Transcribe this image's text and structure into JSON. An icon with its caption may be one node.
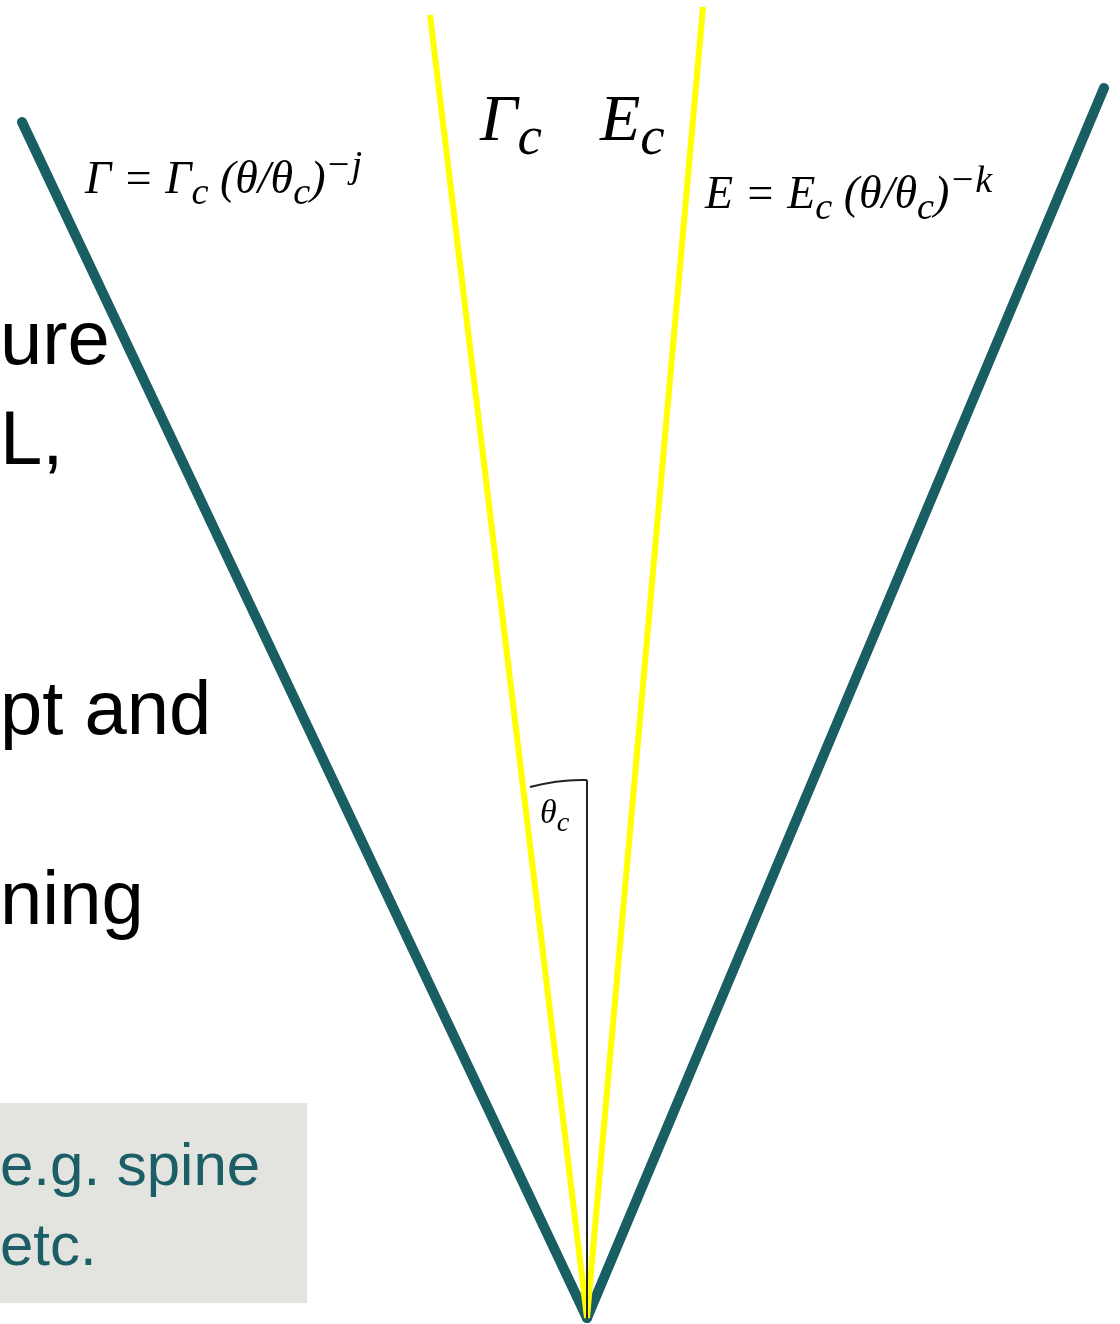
{
  "diagram": {
    "nodes": [
      {
        "text": [
          "e.g. spine etc."
        ]
      }
    ],
    "labels": [
      "Γ = Γ$_{c}$ (θ/θ$_{c}$)$^{−j}$",
      "Γ$_{c}$",
      "E$_{c}$",
      "E = E$_{c}$ (θ/θ$_{c}$)$^{−k}$",
      "ure",
      "L,",
      "pt and",
      "θ$_{c}$",
      "ning"
    ]
  }
}
